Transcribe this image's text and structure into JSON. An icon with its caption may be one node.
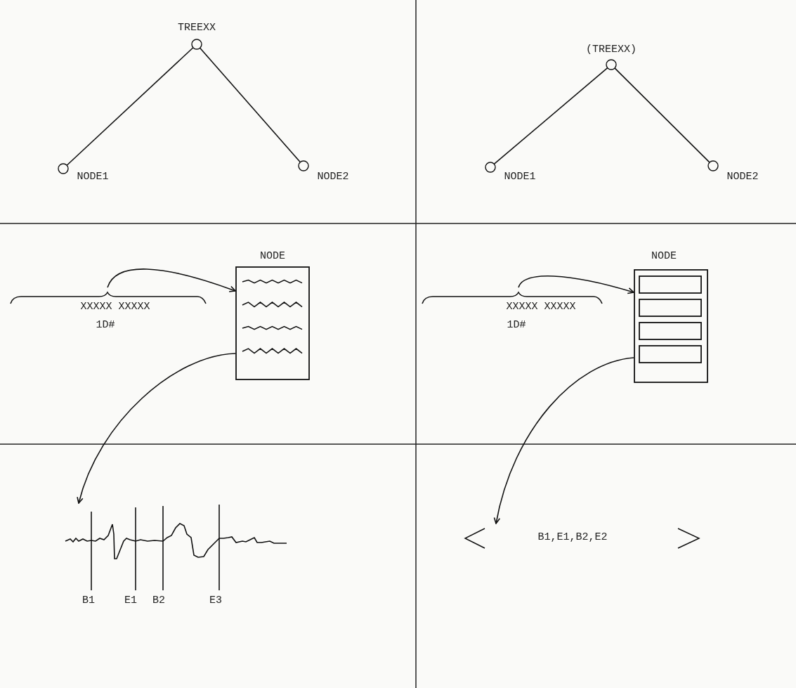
{
  "diagram": {
    "nodes": [
      {
        "text": [
          "TREEXX"
        ]
      },
      {
        "text": [
          "NODE1"
        ]
      },
      {
        "text": [
          "NODE2"
        ]
      },
      {
        "text": [
          "(TREEXX)"
        ]
      },
      {
        "text": [
          "NODE1"
        ]
      },
      {
        "text": [
          "NODE2"
        ]
      },
      {
        "text": [
          "XXXXX XXXXX",
          "1D#"
        ]
      },
      {
        "text": [
          "NODE"
        ]
      },
      {
        "text": [],
        "shape": "picture",
        "beside": [
          "B1",
          "E1",
          "B2",
          "E3"
        ]
      },
      {
        "text": [
          "XXXXX XXXXX",
          "1D#"
        ]
      },
      {
        "text": [
          "NODE"
        ]
      },
      {
        "text": [
          "B1,E1,B2,E2"
        ]
      }
    ],
    "edges": [
      {
        "from": 0,
        "to": 1,
        "arrow": "none"
      },
      {
        "from": 0,
        "to": 2,
        "arrow": "none"
      },
      {
        "from": 3,
        "to": 4,
        "arrow": "none"
      },
      {
        "from": 3,
        "to": 5,
        "arrow": "none"
      },
      {
        "from": 6,
        "to": 7,
        "arrow": "to"
      },
      {
        "from": 7,
        "to": 8,
        "arrow": "to"
      },
      {
        "from": 9,
        "to": 10,
        "arrow": "to"
      },
      {
        "from": 10,
        "to": 11,
        "arrow": "to"
      }
    ]
  }
}
